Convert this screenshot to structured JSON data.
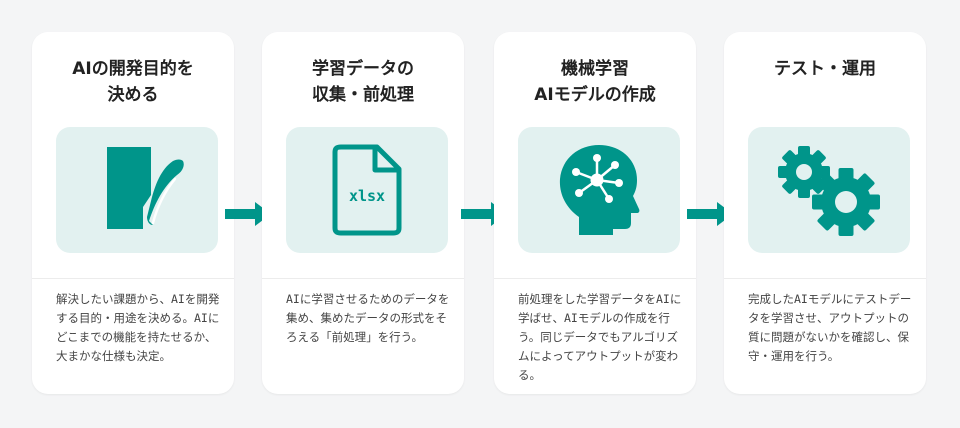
{
  "colors": {
    "accent": "#00958a",
    "illus_bg": "#e2f1f0"
  },
  "steps": [
    {
      "title": "AIの開発目的を\n決める",
      "icon": "document-quill-icon",
      "description": "解決したい課題から、AIを開発する目的・用途を決める。AIにどこまでの機能を持たせるか、大まかな仕様も決定。"
    },
    {
      "title": "学習データの\n収集・前処理",
      "icon": "xlsx-file-icon",
      "icon_label": "xlsx",
      "description": "AIに学習させるためのデータを集め、集めたデータの形式をそろえる「前処理」を行う。"
    },
    {
      "title": "機械学習\nAIモデルの作成",
      "icon": "brain-network-head-icon",
      "description": "前処理をした学習データをAIに学ばせ、AIモデルの作成を行う。同じデータでもアルゴリズムによってアウトプットが変わる。"
    },
    {
      "title": "テスト・運用",
      "icon": "gears-icon",
      "description": "完成したAIモデルにテストデータを学習させ、アウトプットの質に問題がないかを確認し、保守・運用を行う。"
    }
  ]
}
